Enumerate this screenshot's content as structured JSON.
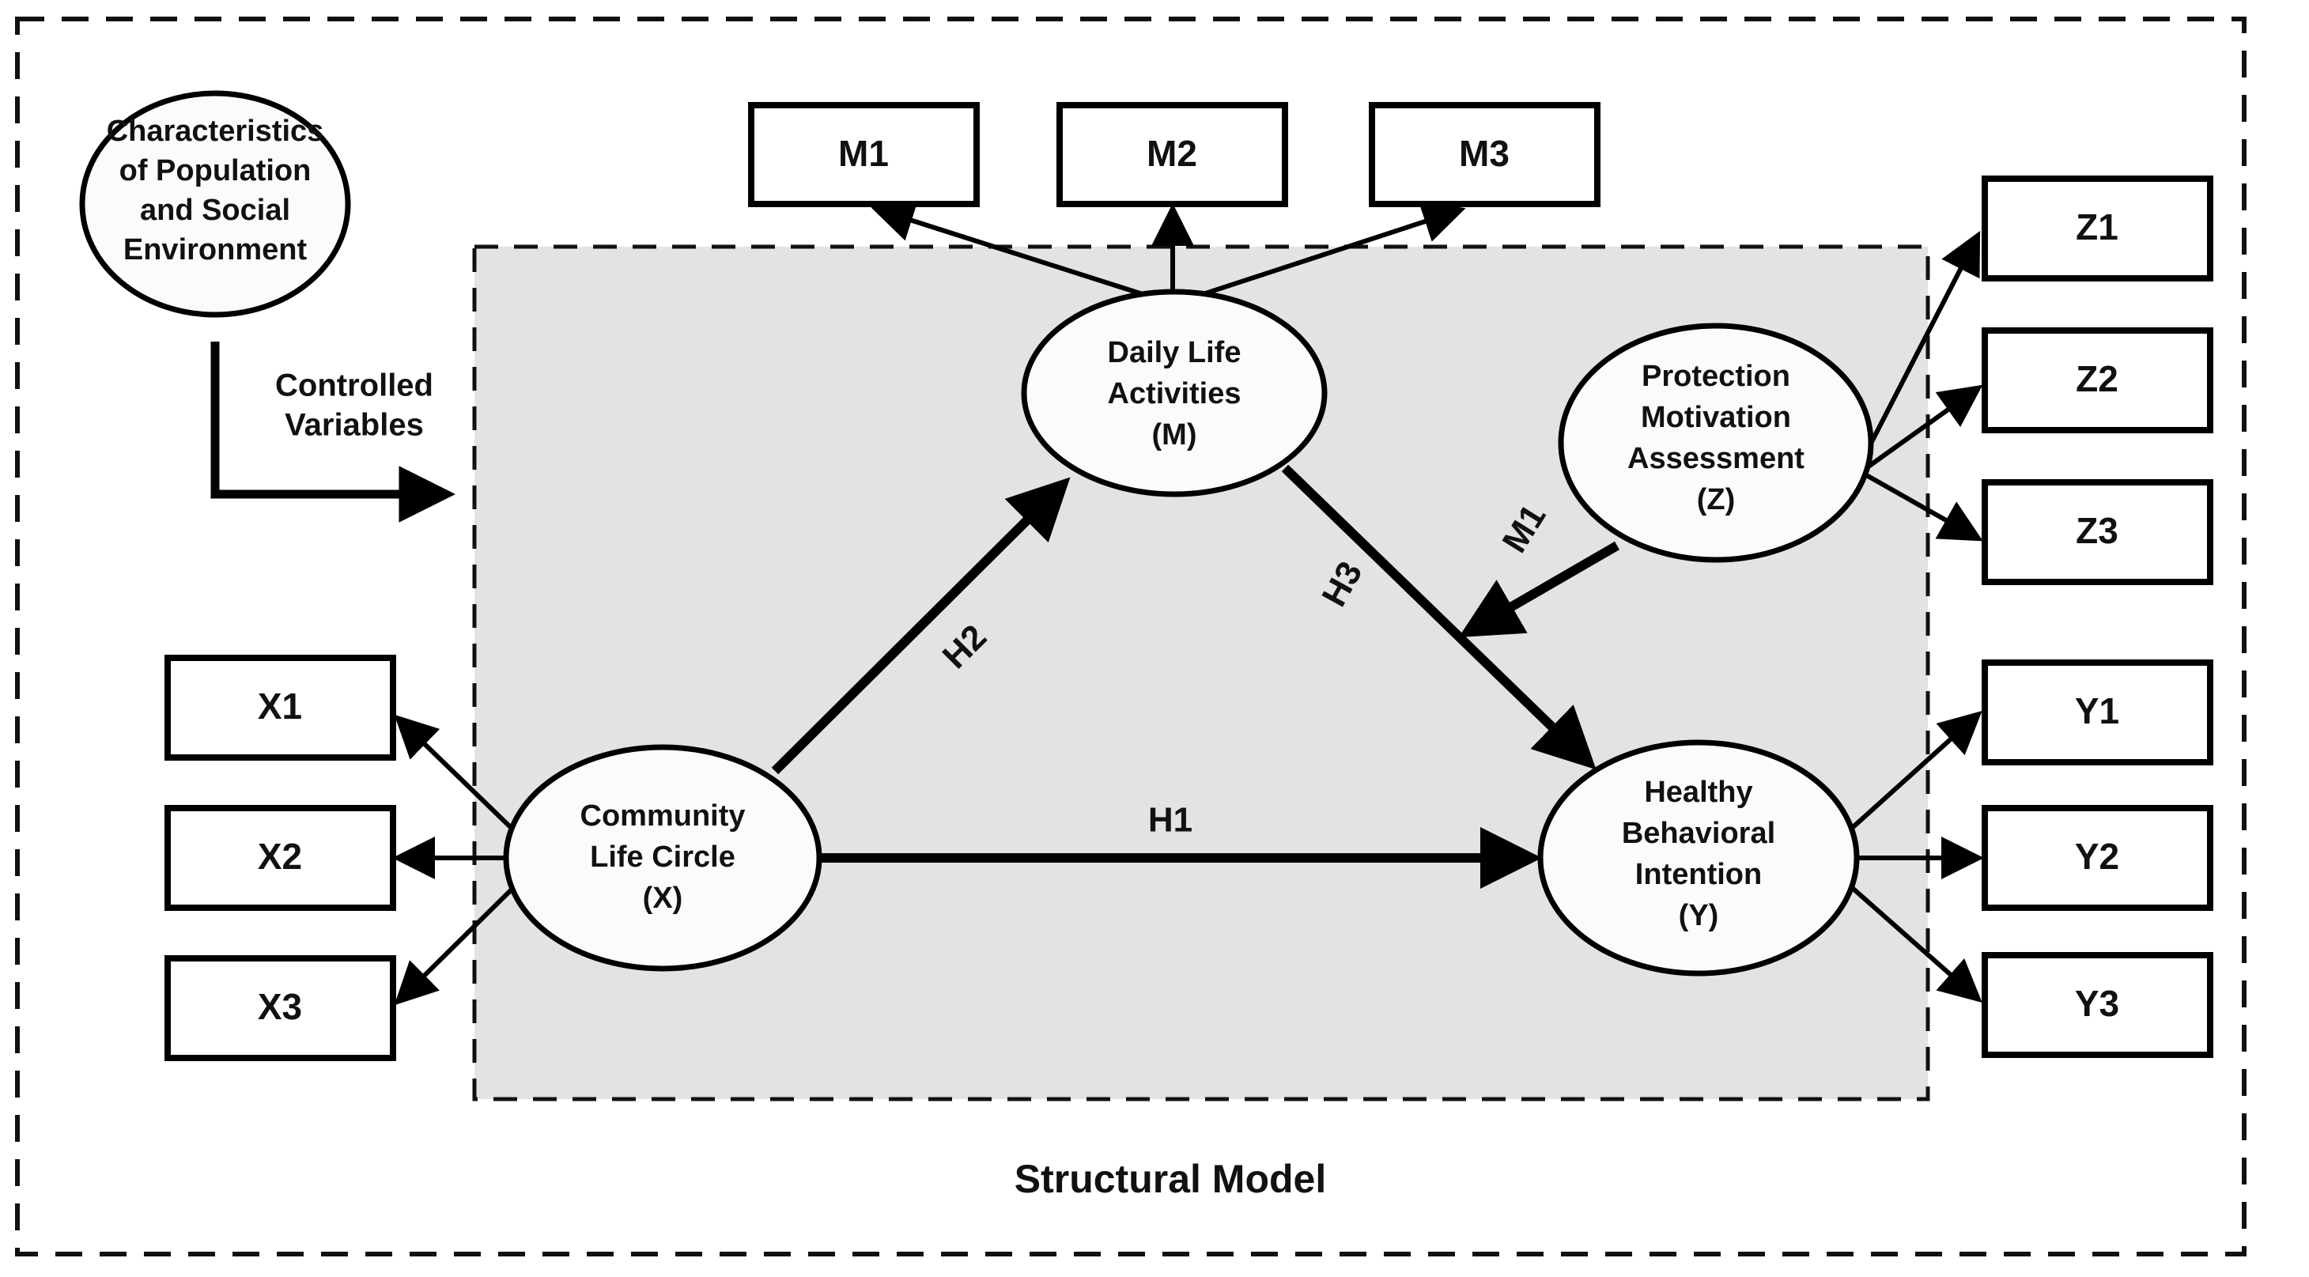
{
  "diagram": {
    "caption": "Structural Model",
    "outer_frame_style": "dashed",
    "inner_panel_style": "dashed",
    "inner_panel_fill": "#e3e3e3",
    "stroke_color": "#000000"
  },
  "latent_variables": [
    {
      "id": "characteristics",
      "lines": [
        "Characteristics",
        "of Population",
        "and Social",
        "Environment"
      ]
    },
    {
      "id": "daily-life-activities",
      "lines": [
        "Daily Life",
        "Activities",
        "(M)"
      ]
    },
    {
      "id": "protection-motivation-assessment",
      "lines": [
        "Protection",
        "Motivation",
        "Assessment",
        "(Z)"
      ]
    },
    {
      "id": "community-life-circle",
      "lines": [
        "Community",
        "Life Circle",
        "(X)"
      ]
    },
    {
      "id": "healthy-behavioral-intention",
      "lines": [
        "Healthy",
        "Behavioral",
        "Intention",
        "(Y)"
      ]
    }
  ],
  "indicators": {
    "m": [
      "M1",
      "M2",
      "M3"
    ],
    "x": [
      "X1",
      "X2",
      "X3"
    ],
    "y": [
      "Y1",
      "Y2",
      "Y3"
    ],
    "z": [
      "Z1",
      "Z2",
      "Z3"
    ]
  },
  "edge_labels": {
    "controlled": [
      "Controlled",
      "Variables"
    ],
    "h1": "H1",
    "h2": "H2",
    "h3": "H3",
    "moderator": "M1"
  }
}
